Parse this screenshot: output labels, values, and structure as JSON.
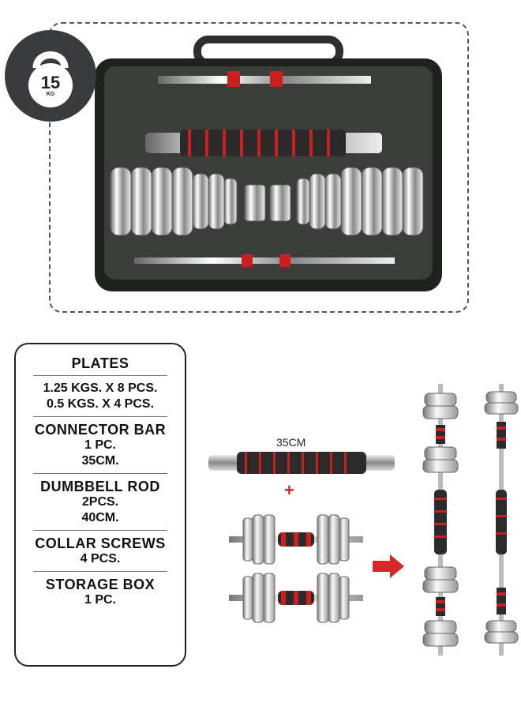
{
  "badge": {
    "value": "15",
    "unit": "KG",
    "icon": "kettlebell-icon"
  },
  "specs": [
    {
      "title": "PLATES",
      "lines": [
        "1.25 KGS. X 8 PCS.",
        "0.5 KGS. X 4 PCS."
      ]
    },
    {
      "title": "CONNECTOR BAR",
      "lines": [
        "1 PC.",
        "35CM."
      ]
    },
    {
      "title": "DUMBBELL ROD",
      "lines": [
        "2PCS.",
        "40CM."
      ]
    },
    {
      "title": "COLLAR SCREWS",
      "lines": [
        "4 PCS."
      ]
    },
    {
      "title": "STORAGE BOX",
      "lines": [
        "1 PC."
      ]
    }
  ],
  "diagram": {
    "bar_length": "35CM",
    "plus": "+",
    "arrow_icon": "arrow-right-icon"
  },
  "colors": {
    "accent": "#d62828",
    "badge": "#3a3b3d",
    "case": "#2b2d2b"
  }
}
